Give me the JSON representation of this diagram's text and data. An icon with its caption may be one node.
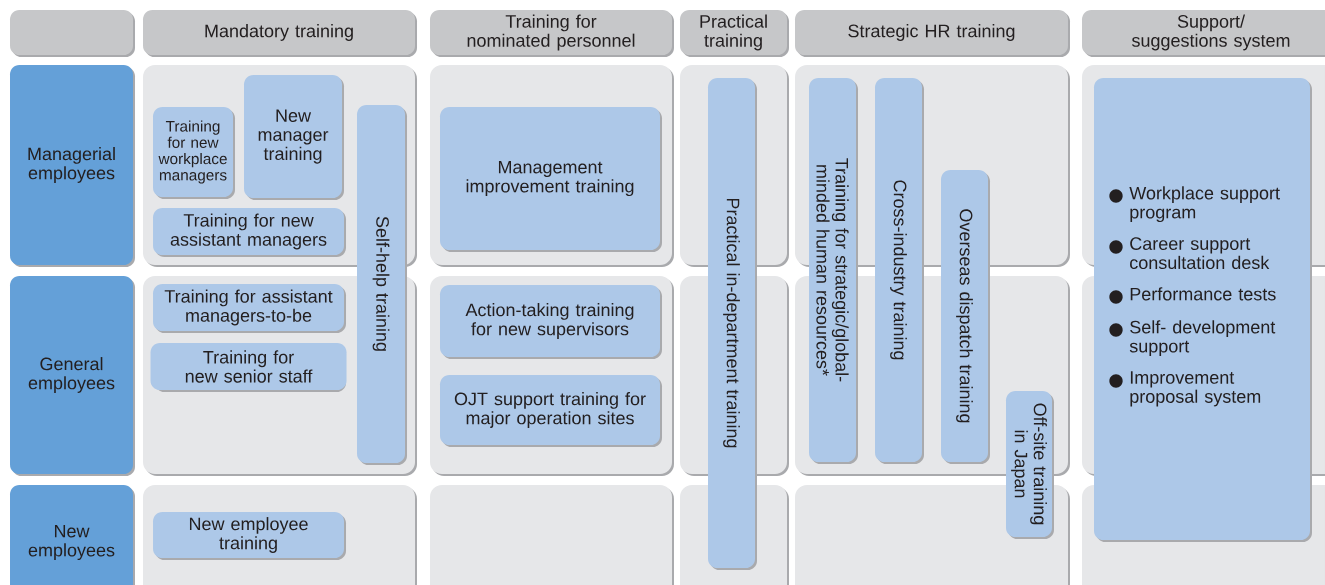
{
  "diagram": {
    "nodes": [
      {
        "text": [],
        "shape": "box"
      },
      {
        "text": [
          "Mandatory training"
        ]
      },
      {
        "text": [
          "Training for nominated personnel"
        ]
      },
      {
        "text": [
          "Practical training"
        ]
      },
      {
        "text": [
          "Strategic HR training"
        ]
      },
      {
        "text": [
          "Support/ suggestions system"
        ]
      },
      {
        "text": [
          "Managerial employees"
        ]
      },
      {
        "text": [
          "General employees"
        ]
      },
      {
        "text": [
          "New employees"
        ]
      },
      {
        "text": [
          "Training for new workplace managers"
        ]
      },
      {
        "text": [
          "New manager training"
        ]
      },
      {
        "text": [
          "Training for new assistant managers"
        ]
      },
      {
        "text": [
          "Self-help training"
        ]
      },
      {
        "text": [
          "Management improvement training"
        ]
      },
      {
        "text": [
          "Practical in-department training"
        ]
      },
      {
        "text": [
          "Training for strategic/global-minded human resources*"
        ]
      },
      {
        "text": [
          "Cross-industry training"
        ]
      },
      {
        "text": [
          "Overseas dispatch training"
        ]
      },
      {
        "text": [
          "Off-site training in Japan"
        ]
      },
      {
        "text": [
          "Workplace support program",
          "Career support consultation desk",
          "Performance tests",
          "Self- development support",
          "Improvement proposal system"
        ]
      },
      {
        "text": [
          "Training for assistant managers-to-be"
        ]
      },
      {
        "text": [
          "Training for new senior staff"
        ]
      },
      {
        "text": [
          "Action-taking training for new supervisors"
        ]
      },
      {
        "text": [
          "OJT support training for major operation sites"
        ]
      },
      {
        "text": [
          "New employee training"
        ]
      }
    ]
  }
}
